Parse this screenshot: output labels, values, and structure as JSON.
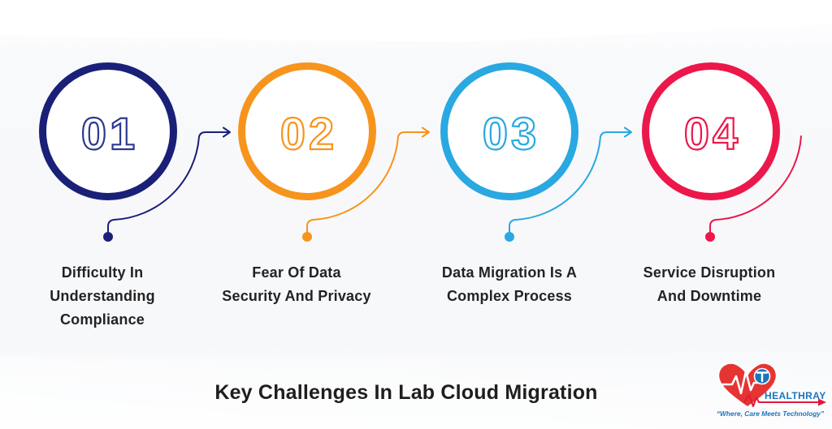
{
  "title": "Key Challenges In Lab Cloud Migration",
  "steps": [
    {
      "number": "01",
      "color": "#1A2078",
      "number_color": "#2B3990",
      "label_lines": [
        "Difficulty In",
        "Understanding",
        "Compliance"
      ]
    },
    {
      "number": "02",
      "color": "#F7941D",
      "number_color": "#F7941D",
      "label_lines": [
        "Fear Of Data",
        "Security And Privacy"
      ]
    },
    {
      "number": "03",
      "color": "#29A8E1",
      "number_color": "#29A8E1",
      "label_lines": [
        "Data Migration Is A",
        "Complex Process"
      ]
    },
    {
      "number": "04",
      "color": "#EC174B",
      "number_color": "#EC174B",
      "label_lines": [
        "Service Disruption",
        "And Downtime"
      ]
    }
  ],
  "label_color": "#232323",
  "title_color": "#1E1E1E",
  "logo": {
    "name": "HEALTHRAY",
    "tagline": "“Where, Care Meets Technology”",
    "heart_color": "#E63433",
    "wordmark_color": "#1B75BC",
    "accent_color": "#E3173B"
  }
}
